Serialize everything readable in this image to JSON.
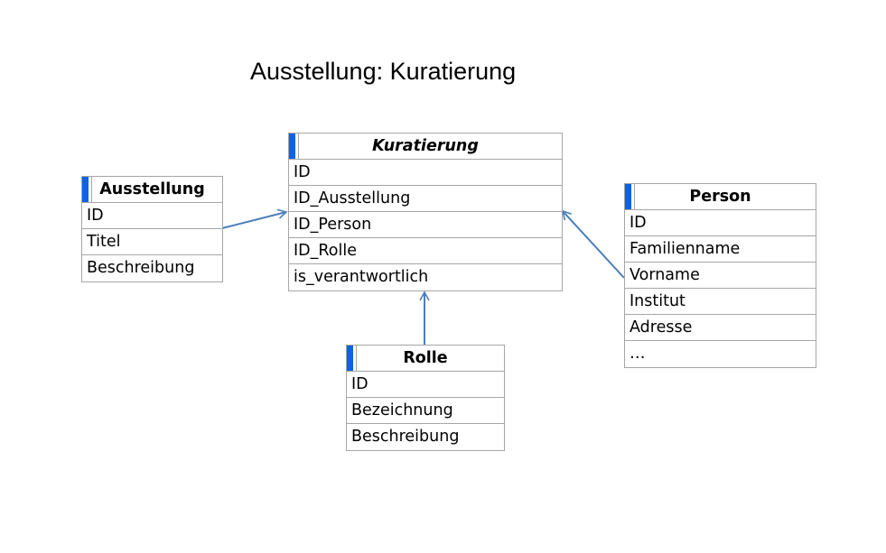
{
  "title": "Ausstellung: Kuratierung",
  "colors": {
    "marker": "#0b63e6",
    "connector": "#4a7ebb",
    "border": "#a6a6a6"
  },
  "entities": {
    "kuratierung": {
      "name": "Kuratierung",
      "attributes": [
        "ID",
        "ID_Ausstellung",
        "ID_Person",
        "ID_Rolle",
        "is_verantwortlich"
      ]
    },
    "ausstellung": {
      "name": "Ausstellung",
      "attributes": [
        "ID",
        "Titel",
        "Beschreibung"
      ]
    },
    "person": {
      "name": "Person",
      "attributes": [
        "ID",
        "Familienname",
        "Vorname",
        "Institut",
        "Adresse",
        "…"
      ]
    },
    "rolle": {
      "name": "Rolle",
      "attributes": [
        "ID",
        "Bezeichnung",
        "Beschreibung"
      ]
    }
  },
  "relations": [
    {
      "from": "ausstellung",
      "to": "kuratierung.ID_Ausstellung"
    },
    {
      "from": "person",
      "to": "kuratierung.ID_Person"
    },
    {
      "from": "rolle",
      "to": "kuratierung.is_verantwortlich"
    }
  ]
}
